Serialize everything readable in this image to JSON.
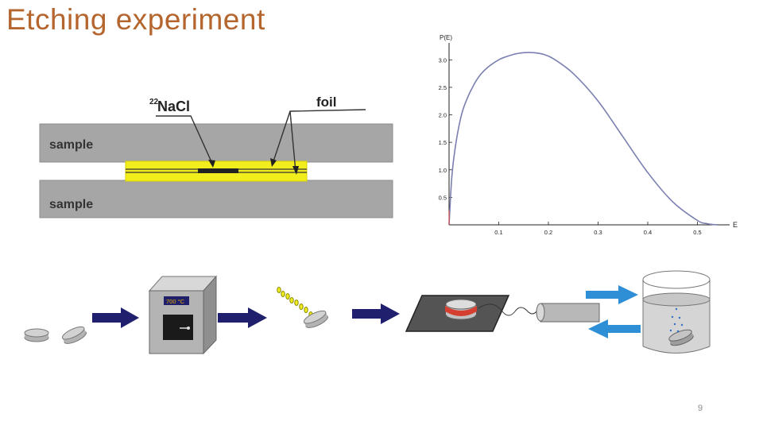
{
  "slide": {
    "title": "Etching experiment",
    "page_number": "9"
  },
  "sandwich_diagram": {
    "sample_top_label": "sample",
    "sample_bottom_label": "sample",
    "source_label": "NaCl",
    "source_isotope": "22",
    "foil_label": "foil"
  },
  "process": {
    "oven_display": "700 °C"
  },
  "chart_data": {
    "type": "line",
    "title": "",
    "xlabel": "E",
    "ylabel": "P(E)",
    "xlim": [
      0,
      0.56
    ],
    "ylim": [
      0,
      3.25
    ],
    "x_ticks": [
      "0.1",
      "0.2",
      "0.3",
      "0.4",
      "0.5"
    ],
    "y_ticks": [
      "0.5",
      "1.0",
      "1.5",
      "2.0",
      "2.5",
      "3.0"
    ],
    "grid": false,
    "series": [
      {
        "color": "#7a7fb0",
        "x": [
          0,
          0.005,
          0.01,
          0.02,
          0.03,
          0.05,
          0.07,
          0.1,
          0.13,
          0.15,
          0.17,
          0.19,
          0.21,
          0.25,
          0.3,
          0.35,
          0.4,
          0.45,
          0.5,
          0.52,
          0.54
        ],
        "y": [
          0,
          0.8,
          1.25,
          1.8,
          2.15,
          2.55,
          2.8,
          3.0,
          3.1,
          3.13,
          3.13,
          3.1,
          3.02,
          2.75,
          2.25,
          1.6,
          0.95,
          0.42,
          0.08,
          0.02,
          0
        ]
      }
    ]
  }
}
